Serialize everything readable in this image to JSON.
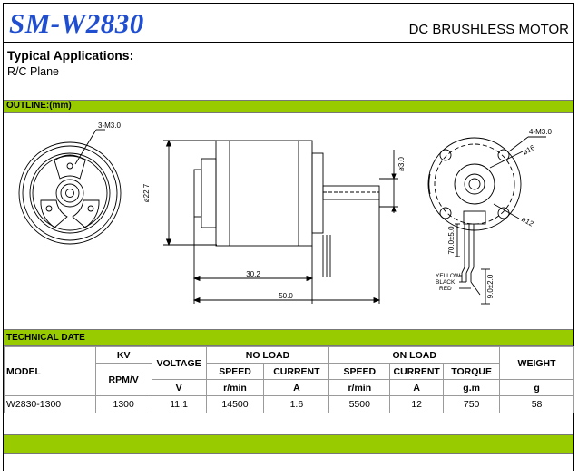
{
  "header": {
    "model_title": "SM-W2830",
    "product_type": "DC BRUSHLESS MOTOR"
  },
  "applications": {
    "heading": "Typical Applications:",
    "value": "R/C Plane"
  },
  "outline": {
    "heading": "OUTLINE:(mm)",
    "labels": {
      "front_holes": "3-M3.0",
      "rear_holes": "4-M3.0",
      "dia_body": "ø22.7",
      "dia_shaft": "ø3.0",
      "dia_16": "ø16",
      "dia_12": "ø12",
      "len_body": "30.2",
      "len_total": "50.0",
      "len_70": "70.0±5.0",
      "len_9": "9.0±2.0",
      "wire_yellow": "YELLOW",
      "wire_black": "BLACK",
      "wire_red": "RED"
    }
  },
  "technical": {
    "heading": "TECHNICAL DATE",
    "headers": {
      "model": "MODEL",
      "kv": "KV",
      "kv_unit": "RPM/V",
      "voltage": "VOLTAGE",
      "voltage_unit": "V",
      "no_load": "NO LOAD",
      "on_load": "ON LOAD",
      "speed": "SPEED",
      "current": "CURRENT",
      "torque": "TORQUE",
      "weight": "WEIGHT",
      "speed_unit": "r/min",
      "current_unit": "A",
      "torque_unit": "g.m",
      "weight_unit": "g"
    },
    "row": {
      "model": "W2830-1300",
      "kv": "1300",
      "voltage": "11.1",
      "no_load_speed": "14500",
      "no_load_current": "1.6",
      "on_load_speed": "5500",
      "on_load_current": "12",
      "torque": "750",
      "weight": "58"
    }
  },
  "colors": {
    "title": "#1f4fd0",
    "section_bar": "#99cc00"
  }
}
